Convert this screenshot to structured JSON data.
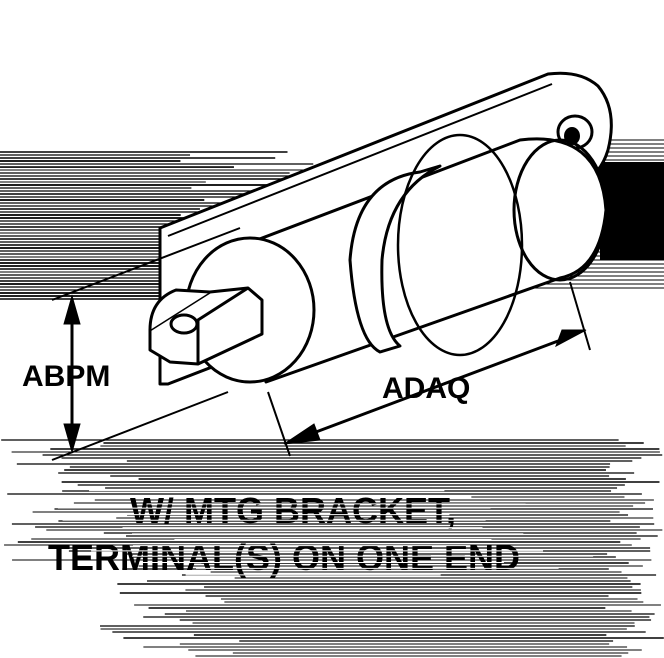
{
  "dimensions": {
    "height_code": "ABPM",
    "length_code": "ADAQ"
  },
  "caption": {
    "line1": "W/ MTG BRACKET,",
    "line2": "TERMINAL(S) ON ONE END"
  },
  "colors": {
    "ink": "#000000",
    "paper": "#ffffff"
  }
}
